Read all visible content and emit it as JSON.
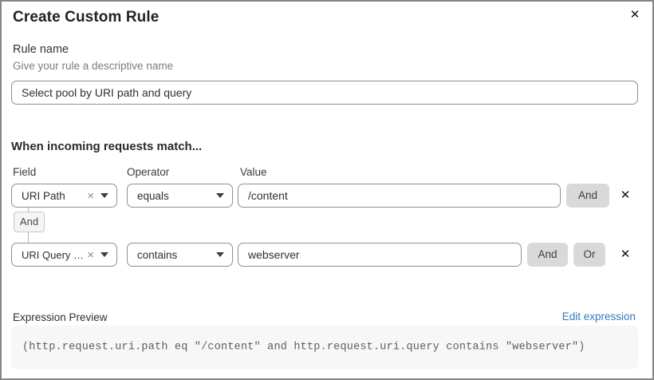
{
  "dialog": {
    "title": "Create Custom Rule"
  },
  "icons": {
    "close": "✕",
    "clear": "×",
    "row_delete": "✕"
  },
  "rule_name": {
    "label": "Rule name",
    "hint": "Give your rule a descriptive name",
    "value": "Select pool by URI path and query"
  },
  "match": {
    "heading": "When incoming requests match...",
    "columns": {
      "field": "Field",
      "operator": "Operator",
      "value": "Value"
    },
    "connector": "And",
    "rows": [
      {
        "field": "URI Path",
        "operator": "equals",
        "value": "/content",
        "buttons": [
          "And"
        ]
      },
      {
        "field": "URI Query St...",
        "operator": "contains",
        "value": "webserver",
        "buttons": [
          "And",
          "Or"
        ]
      }
    ]
  },
  "expression": {
    "label": "Expression Preview",
    "edit_link": "Edit expression",
    "code": "(http.request.uri.path eq \"/content\" and http.request.uri.query contains \"webserver\")"
  },
  "colors": {
    "link_blue": "#2e7cbe",
    "button_gray": "#d9d9d9",
    "connector_gray": "#f4f4f4",
    "code_bg": "#f7f7f7",
    "border_gray": "#8f8f8f"
  }
}
